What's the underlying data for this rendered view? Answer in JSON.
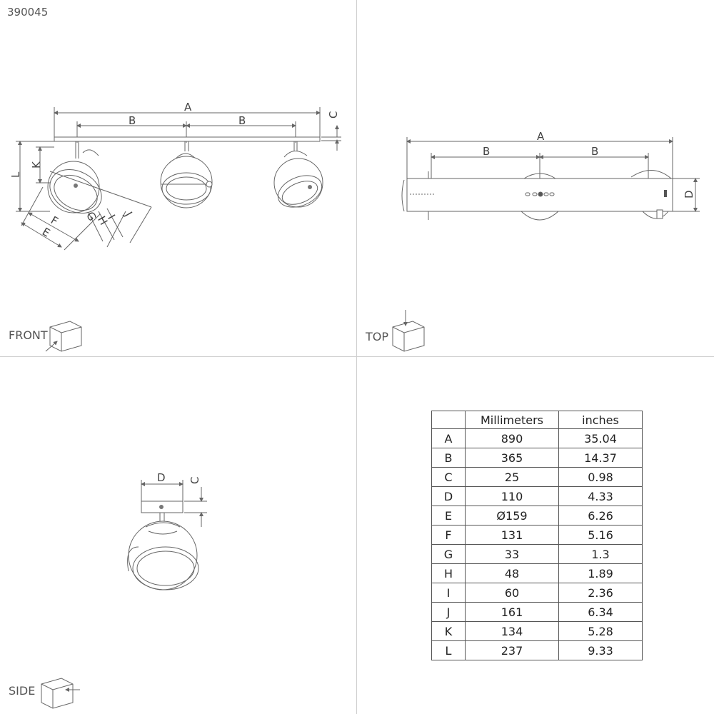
{
  "product_id": "390045",
  "views": {
    "front": "FRONT",
    "top": "TOP",
    "side": "SIDE"
  },
  "dimension_letters": [
    "A",
    "B",
    "C",
    "D",
    "E",
    "F",
    "G",
    "H",
    "I",
    "J",
    "K",
    "L"
  ],
  "table": {
    "headers": [
      "",
      "Millimeters",
      "inches"
    ],
    "rows": [
      [
        "A",
        "890",
        "35.04"
      ],
      [
        "B",
        "365",
        "14.37"
      ],
      [
        "C",
        "25",
        "0.98"
      ],
      [
        "D",
        "110",
        "4.33"
      ],
      [
        "E",
        "Ø159",
        "6.26"
      ],
      [
        "F",
        "131",
        "5.16"
      ],
      [
        "G",
        "33",
        "1.3"
      ],
      [
        "H",
        "48",
        "1.89"
      ],
      [
        "I",
        "60",
        "2.36"
      ],
      [
        "J",
        "161",
        "6.34"
      ],
      [
        "K",
        "134",
        "5.28"
      ],
      [
        "L",
        "237",
        "9.33"
      ]
    ]
  }
}
